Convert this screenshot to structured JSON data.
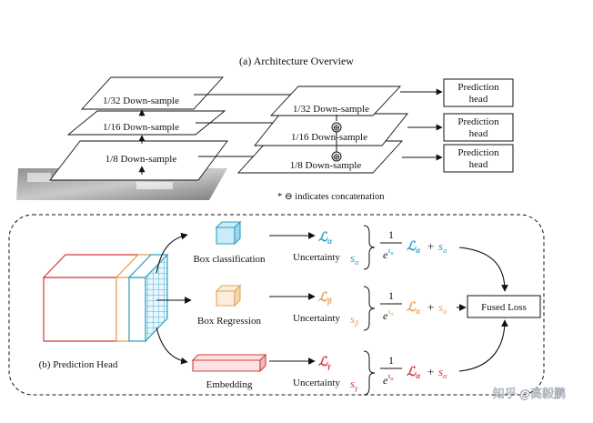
{
  "architecture": {
    "title": "(a)  Architecture Overview",
    "left_stack": [
      "1/32 Down-sample",
      "1/16 Down-sample",
      "1/8 Down-sample"
    ],
    "right_stack": [
      "1/32 Down-sample",
      "1/16 Down-sample",
      "1/8 Down-sample"
    ],
    "prediction_heads": [
      {
        "line1": "Prediction",
        "line2": "head"
      },
      {
        "line1": "Prediction",
        "line2": "head"
      },
      {
        "line1": "Prediction",
        "line2": "head"
      }
    ],
    "concat_symbol": "⊕",
    "note": "* ⊖ indicates concatenation"
  },
  "prediction_head": {
    "title": "(b)  Prediction Head",
    "branches": [
      {
        "name": "Box classification",
        "loss": "ℒ",
        "loss_sub": "α",
        "uncertainty": "Uncertainty",
        "s": "s",
        "s_sub": "α",
        "formula_num": "1",
        "formula_den_base": "e",
        "formula_den_exp": "s",
        "formula_den_exp_sub": "α",
        "term_loss": "ℒ",
        "term_loss_sub": "α",
        "plus": "+",
        "term_s": "s",
        "term_s_sub": "α",
        "color": "#2aa0c8"
      },
      {
        "name": "Box Regression",
        "loss": "ℒ",
        "loss_sub": "β",
        "uncertainty": "Uncertainty",
        "s": "s",
        "s_sub": "β",
        "formula_num": "1",
        "formula_den_base": "e",
        "formula_den_exp": "s",
        "formula_den_exp_sub": "α",
        "term_loss": "ℒ",
        "term_loss_sub": "α",
        "plus": "+",
        "term_s": "s",
        "term_s_sub": "α",
        "color": "#e8a255"
      },
      {
        "name": "Embedding",
        "loss": "ℒ",
        "loss_sub": "γ",
        "uncertainty": "Uncertainty",
        "s": "s",
        "s_sub": "γ",
        "formula_num": "1",
        "formula_den_base": "e",
        "formula_den_exp": "s",
        "formula_den_exp_sub": "α",
        "term_loss": "ℒ",
        "term_loss_sub": "α",
        "plus": "+",
        "term_s": "s",
        "term_s_sub": "α",
        "color": "#d8393f"
      }
    ],
    "fused_loss": "Fused Loss"
  },
  "watermark": "知乎 @高毅鹏",
  "colors": {
    "teal": "#2aa0c8",
    "orange": "#e8a255",
    "red": "#d8393f",
    "dark": "#111111"
  }
}
